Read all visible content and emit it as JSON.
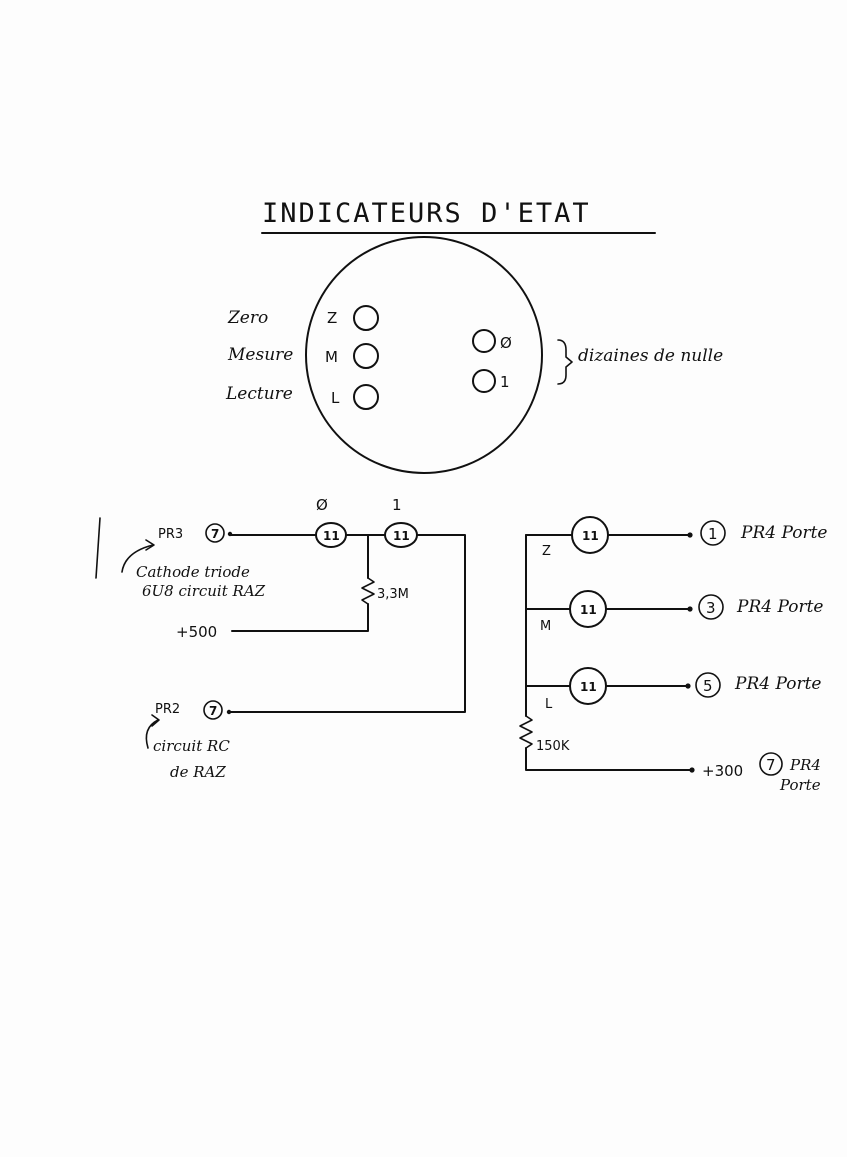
{
  "title": "INDICATEURS D'ETAT",
  "panel": {
    "indicators": [
      {
        "name": "Zero",
        "letter": "Z"
      },
      {
        "name": "Mesure",
        "letter": "M"
      },
      {
        "name": "Lecture",
        "letter": "L"
      }
    ],
    "tens": [
      {
        "label": "Ø"
      },
      {
        "label": "1"
      }
    ],
    "tens_caption": "dizaines de nulle"
  },
  "left_circuit": {
    "pr3_label": "PR3",
    "pr3_pin": "7",
    "pr3_note_line1": "Cathode triode",
    "pr3_note_line2": "6U8 circuit RAZ",
    "lamp_labels": [
      "Ø",
      "1"
    ],
    "lamp_text": "11",
    "resistor": "3,3M",
    "supply": "+500",
    "pr2_label": "PR2",
    "pr2_pin": "7",
    "pr2_note_line1": "circuit RC",
    "pr2_note_line2": "de RAZ"
  },
  "right_circuit": {
    "rows": [
      {
        "letter": "Z",
        "lamp_text": "11",
        "pin": "1",
        "target": "PR4 Porte"
      },
      {
        "letter": "M",
        "lamp_text": "11",
        "pin": "3",
        "target": "PR4 Porte"
      },
      {
        "letter": "L",
        "lamp_text": "11",
        "pin": "5",
        "target": "PR4 Porte"
      }
    ],
    "resistor": "150K",
    "supply": "+300",
    "supply_pin": "7",
    "supply_target_line1": "PR4",
    "supply_target_line2": "Porte"
  }
}
